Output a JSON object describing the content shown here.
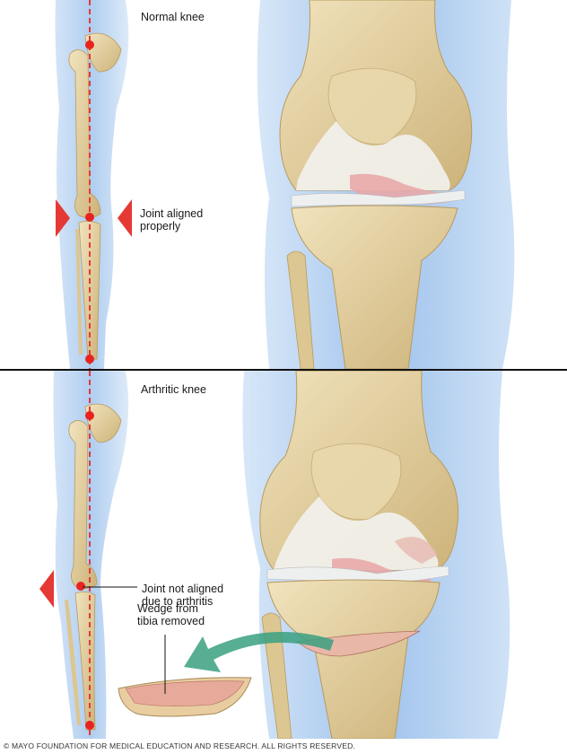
{
  "normal": {
    "title": "Normal knee",
    "callout_line1": "Joint aligned",
    "callout_line2": "properly"
  },
  "arthritic": {
    "title": "Arthritic knee",
    "callout_line1": "Joint not aligned",
    "callout_line2": "due to arthritis",
    "wedge_line1": "Wedge from",
    "wedge_line2": "tibia removed"
  },
  "copyright": "© MAYO FOUNDATION FOR MEDICAL EDUCATION AND RESEARCH. ALL RIGHTS RESERVED.",
  "colors": {
    "alignment_line": "#e53935",
    "marker": "#e8231f",
    "skin": "#b8d4f2",
    "bone": "#e6d3a3",
    "cartilage": "#f2f2ee",
    "ligament": "#e8a9a9",
    "arrow": "#3aa080"
  }
}
